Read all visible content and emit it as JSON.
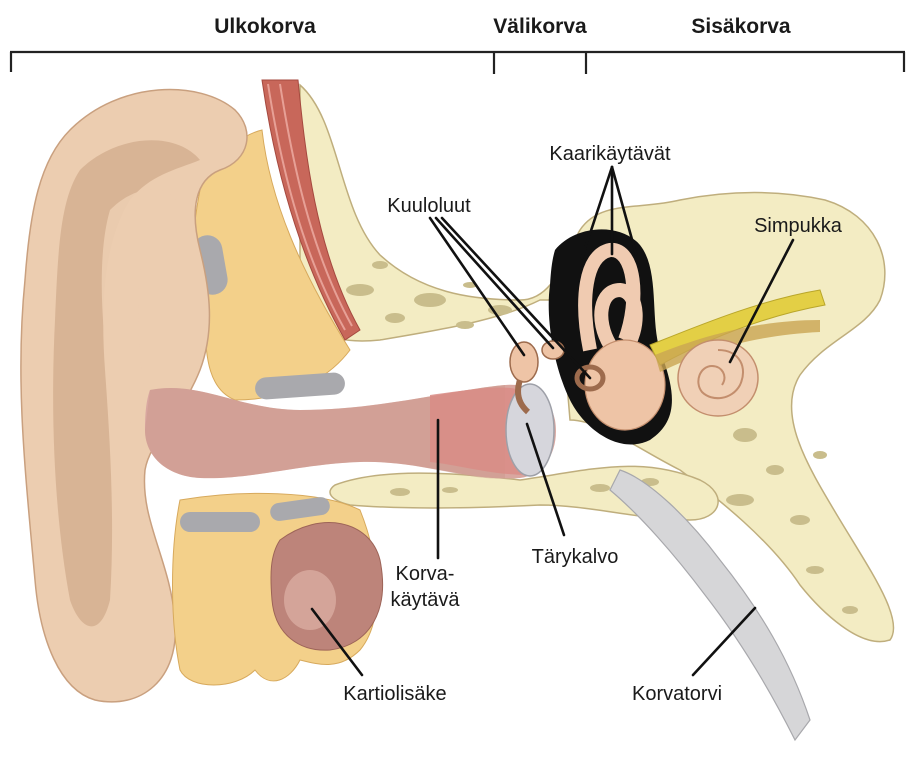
{
  "sections": {
    "outer": "Ulkokorva",
    "middle": "Välikorva",
    "inner": "Sisäkorva"
  },
  "labels": {
    "ossicles": "Kuuloluut",
    "semicircular_canals": "Kaarikäytävät",
    "cochlea": "Simpukka",
    "ear_canal_line1": "Korva-",
    "ear_canal_line2": "käytävä",
    "eardrum": "Tärykalvo",
    "mastoid": "Kartiolisäke",
    "eustachian_tube": "Korvatorvi"
  },
  "colors": {
    "skin": "#eccdb0",
    "skin_shadow": "#c9a07f",
    "bone": "#f3ecc3",
    "bone_pores": "#c9bd8c",
    "fat": "#f3d08a",
    "muscle": "#c8675a",
    "canal": "#d98c86",
    "nerve": "#e3cf45",
    "cartilage": "#a9a9ad",
    "tube": "#d6d6d8",
    "cavity": "#111111"
  }
}
